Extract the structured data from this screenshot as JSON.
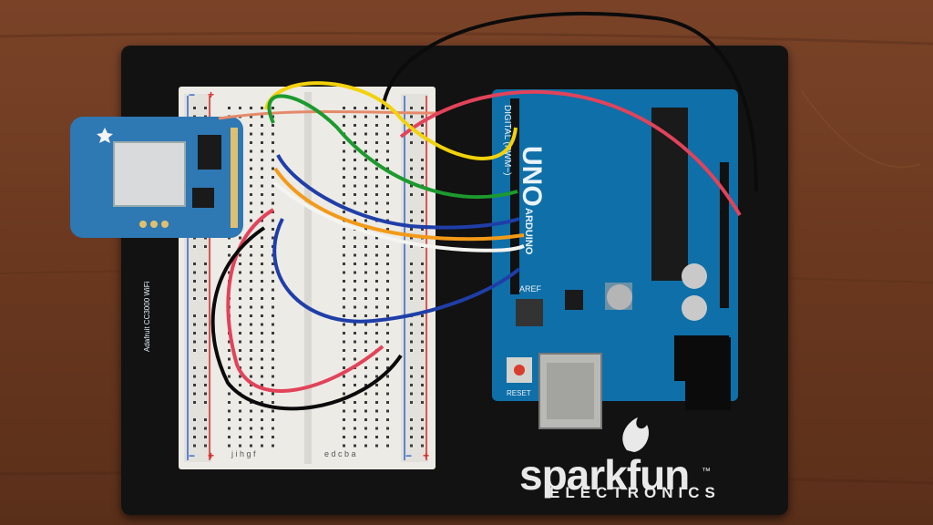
{
  "scene": {
    "sparkfun": {
      "brand": "sparkfun",
      "trademark": "™",
      "subtitle": "ELECTRONICS"
    },
    "arduino": {
      "model": "UNO",
      "brand": "ARDUINO",
      "digital_label": "DIGITAL (PWM~)",
      "aref_label": "AREF",
      "reset_label": "RESET"
    },
    "sensor": {
      "label": "Adafruit CC3000 WiFi"
    },
    "breadboard": {
      "row_letters_left": "j i h g f",
      "row_letters_right": "e d c b a",
      "plus": "+",
      "minus": "−"
    }
  },
  "colors": {
    "table": "#6b3a22",
    "base": "#121212",
    "breadboard": "#ecebe6",
    "arduino_board": "#0f6fa8",
    "sensor_board": "#2e78b4",
    "wire_yellow": "#f2d20a",
    "wire_green": "#1c9a2e",
    "wire_blue": "#1f3ea8",
    "wire_orange": "#f39a18",
    "wire_white": "#f4f4f0",
    "wire_red": "#e2435a",
    "wire_black": "#0b0b0b",
    "wire_salmon": "#e58a6a"
  }
}
